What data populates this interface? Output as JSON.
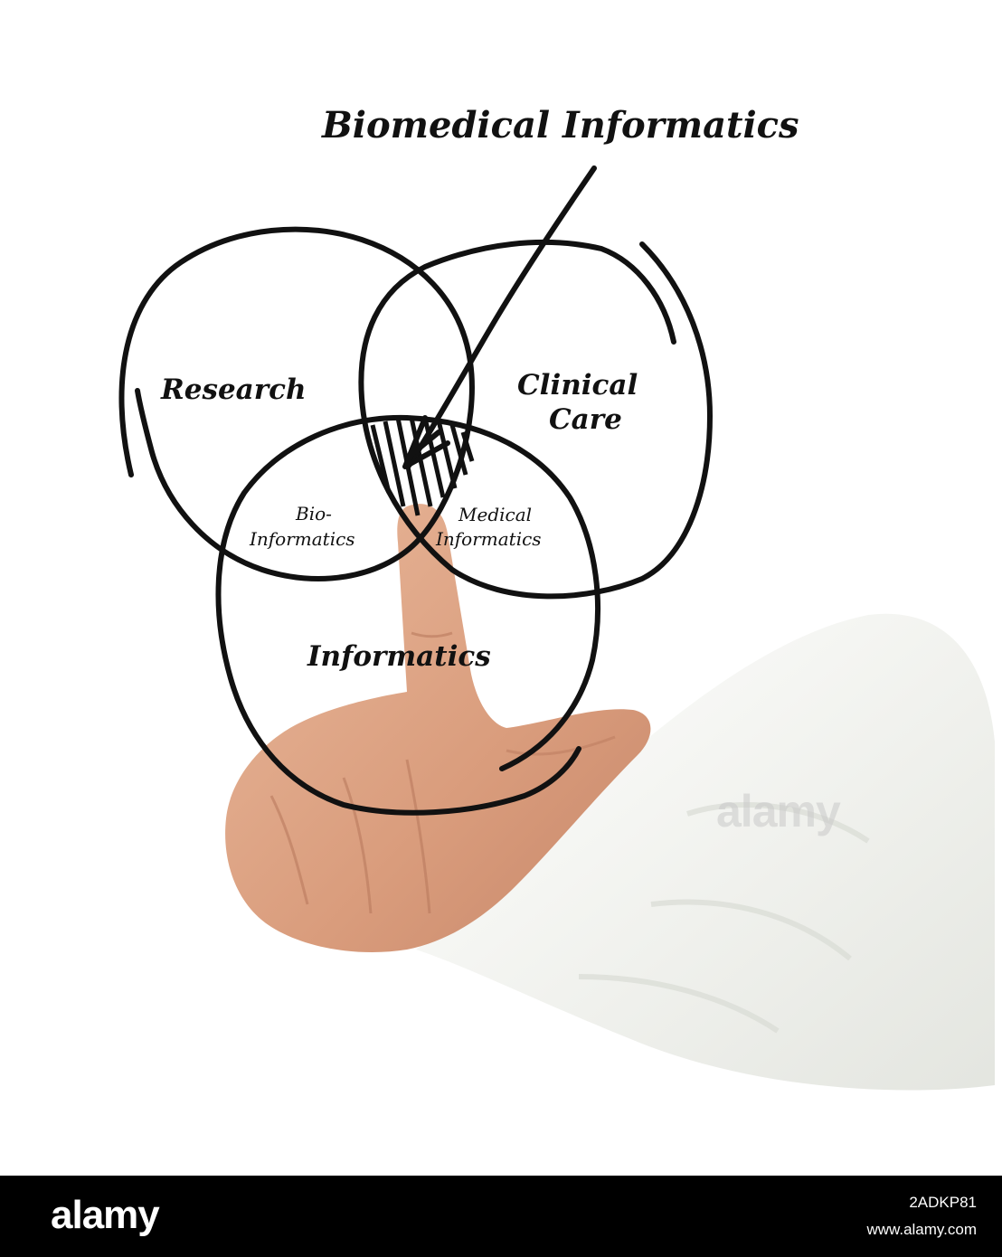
{
  "diagram": {
    "title": "Biomedical Informatics",
    "circles": {
      "research": "Research",
      "clinical_care_line1": "Clinical",
      "clinical_care_line2": "Care",
      "informatics": "Informatics"
    },
    "overlaps": {
      "bio_line1": "Bio-",
      "bio_line2": "Informatics",
      "medical_line1": "Medical",
      "medical_line2": "Informatics"
    },
    "stroke_color": "#111111"
  },
  "watermark": "alamy",
  "footer": {
    "brand": "alamy",
    "image_id": "2ADKP81",
    "url": "www.alamy.com"
  }
}
